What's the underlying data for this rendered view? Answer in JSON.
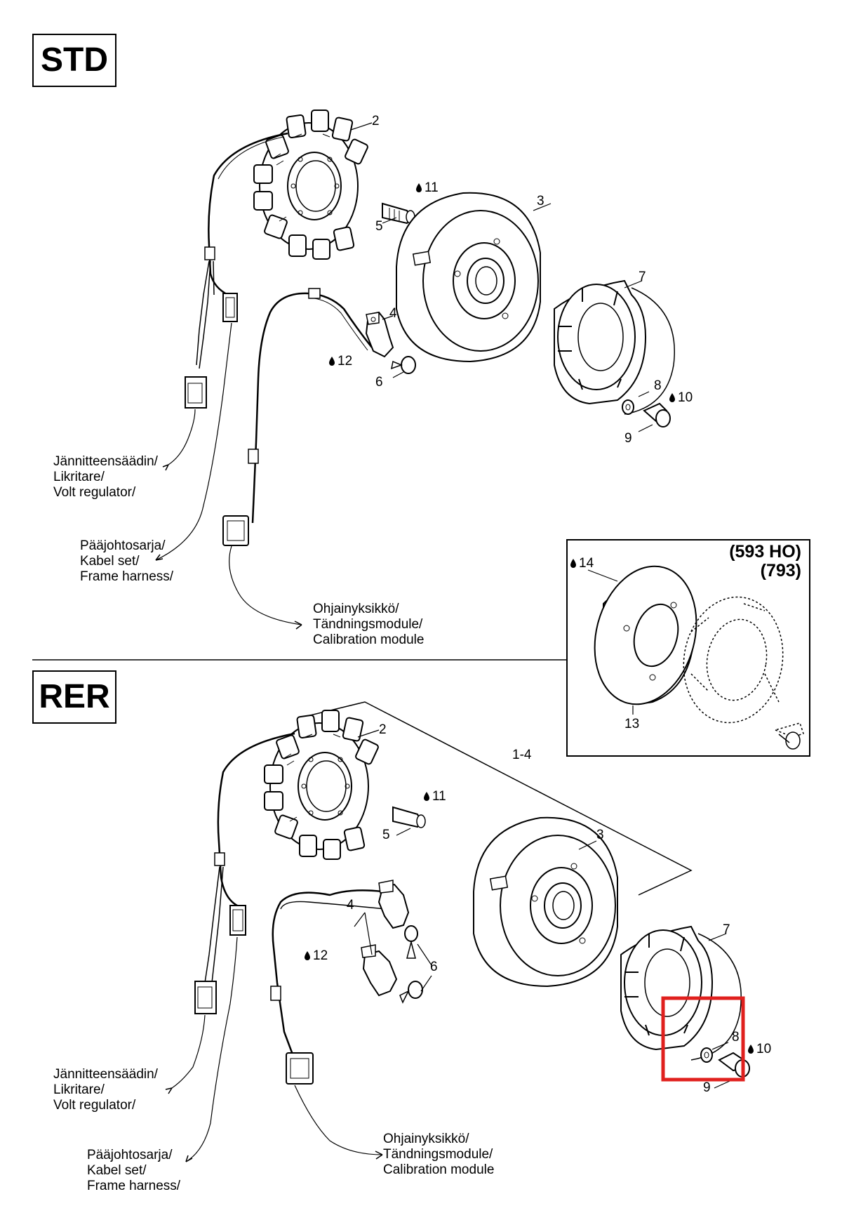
{
  "std": {
    "section_label": "STD",
    "callouts": {
      "c2": "2",
      "c3": "3",
      "c4": "4",
      "c5": "5",
      "c6": "6",
      "c7": "7",
      "c8": "8",
      "c9": "9",
      "c10": "10",
      "c11": "11",
      "c12": "12"
    },
    "labels": {
      "volt_regulator": [
        "Jännitteensäädin/",
        "Likritare/",
        "Volt regulator/"
      ],
      "frame_harness": [
        "Pääjohtosarja/",
        "Kabel set/",
        "Frame harness/"
      ],
      "calibration_module": [
        "Ohjainyksikkö/",
        "Tändningsmodule/",
        "Calibration module"
      ]
    }
  },
  "inset": {
    "title_line1": "(593 HO)",
    "title_line2": "(793)",
    "callouts": {
      "c13": "13",
      "c14": "14"
    }
  },
  "rer": {
    "section_label": "RER",
    "callouts": {
      "c1_4": "1-4",
      "c2": "2",
      "c3": "3",
      "c4": "4",
      "c5": "5",
      "c6": "6",
      "c7": "7",
      "c8": "8",
      "c9": "9",
      "c10": "10",
      "c11": "11",
      "c12": "12"
    },
    "labels": {
      "volt_regulator": [
        "Jännitteensäädin/",
        "Likritare/",
        "Volt regulator/"
      ],
      "frame_harness": [
        "Pääjohtosarja/",
        "Kabel set/",
        "Frame harness/"
      ],
      "calibration_module": [
        "Ohjainyksikkö/",
        "Tändningsmodule/",
        "Calibration module"
      ]
    }
  },
  "colors": {
    "highlight": "#e0201e",
    "ink": "#000000"
  }
}
